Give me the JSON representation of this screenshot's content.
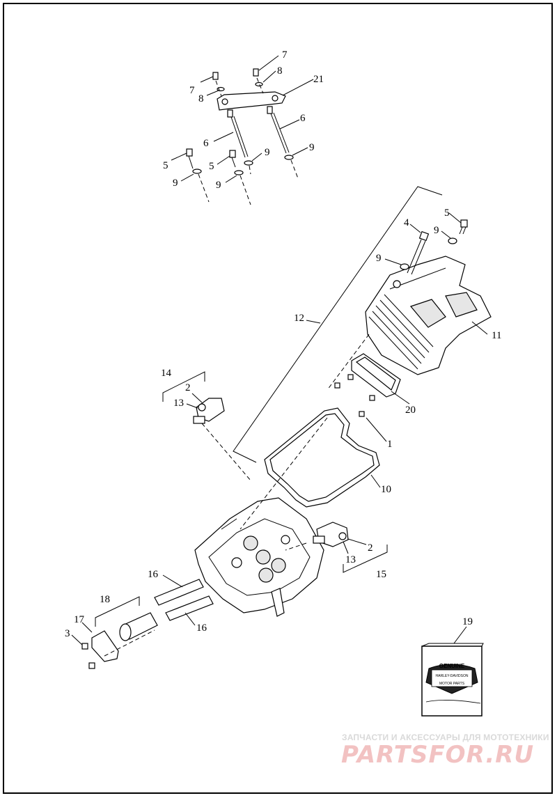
{
  "diagram": {
    "callouts": [
      "7",
      "8",
      "7",
      "8",
      "21",
      "6",
      "6",
      "5",
      "9",
      "5",
      "9",
      "9",
      "9",
      "5",
      "4",
      "9",
      "9",
      "12",
      "11",
      "14",
      "2",
      "13",
      "20",
      "1",
      "10",
      "2",
      "13",
      "15",
      "16",
      "18",
      "17",
      "3",
      "16",
      "19"
    ]
  },
  "badge": {
    "line1": "GENUINE",
    "line2": "HARLEY-DAVIDSON",
    "line3": "MOTOR PARTS"
  },
  "watermark": {
    "caption": "ЗАПЧАСТИ И АКСЕССУАРЫ ДЛЯ МОТОТЕХНИКИ",
    "logo": "PARTSFOR.RU"
  }
}
